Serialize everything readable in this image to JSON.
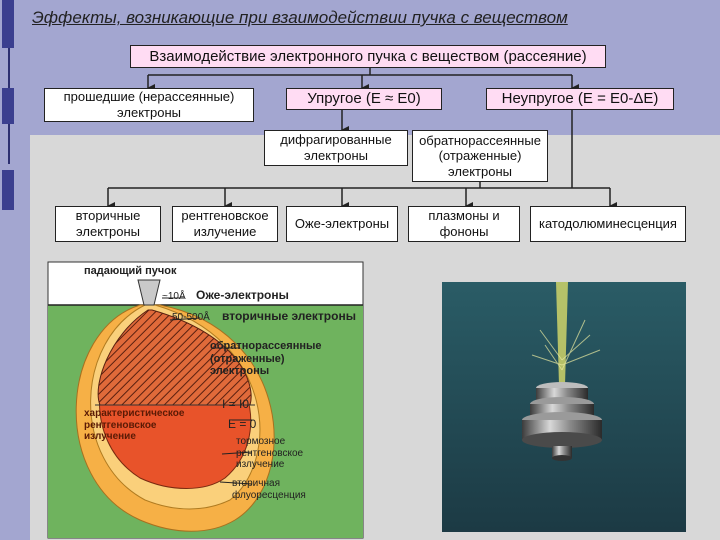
{
  "title": "Эффекты, возникающие при взаимодействии пучка с веществом",
  "boxes": {
    "root": "Взаимодействие электронного пучка с веществом (рассеяние)",
    "transmitted": "прошедшие (нерассеянные) электроны",
    "elastic": "Упругое (E ≈ E0)",
    "inelastic": "Неупругое (E = E0-ΔE)",
    "diffracted": "дифрагированные электроны",
    "backscattered": "обратнорассеянные (отраженные) электроны",
    "secondary": "вторичные электроны",
    "xray": "рентгеновское излучение",
    "auger": "Оже-электроны",
    "plasmons": "плазмоны и фононы",
    "cathodo": "катодолюминесценция"
  },
  "diagram": {
    "incident_beam": "падающий пучок",
    "depth_10": "~10Å",
    "auger": "Оже-электроны",
    "depth_50": "50-500Å",
    "secondary": "вторичные электроны",
    "backscattered": "обратнорассеянные (отраженные) электроны",
    "char_xray": "характеристическое рентгеновское излучение",
    "i_eq": "I = I0",
    "e_eq": "E = 0",
    "brems": "тормозное рентгеновское излучение",
    "fluor": "вторичная флуоресценция"
  },
  "colors": {
    "background": "#a3a6d0",
    "panel": "#d8d8d8",
    "pink_box": "#ffdcf3",
    "sample_green": "#6fb35e",
    "outer_orange": "#f6b046",
    "core_red": "#e8532a"
  }
}
